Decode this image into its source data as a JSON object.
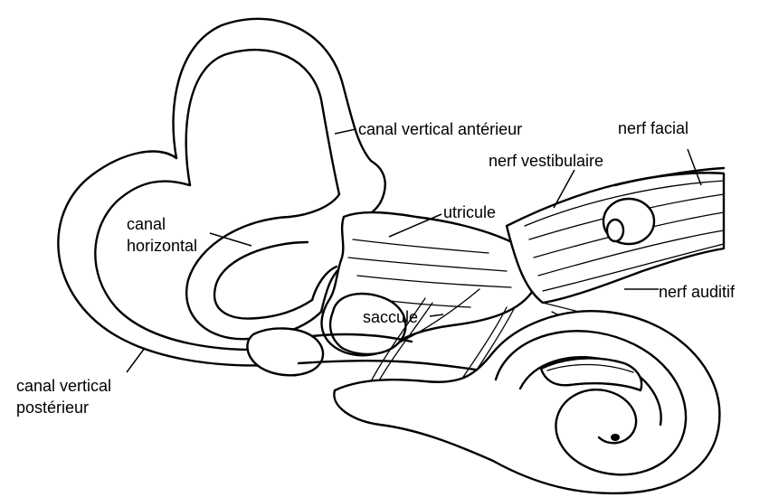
{
  "labels": {
    "canal_vertical_anterieur": "canal vertical antérieur",
    "nerf_facial": "nerf facial",
    "nerf_vestibulaire": "nerf vestibulaire",
    "utricule": "utricule",
    "canal_horizontal_l1": "canal",
    "canal_horizontal_l2": "horizontal",
    "nerf_auditif": "nerf auditif",
    "saccule": "saccule",
    "canal_vertical_posterieur_l1": "canal vertical",
    "canal_vertical_posterieur_l2": "postérieur"
  },
  "colors": {
    "ink": "#000000",
    "background": "#ffffff"
  }
}
